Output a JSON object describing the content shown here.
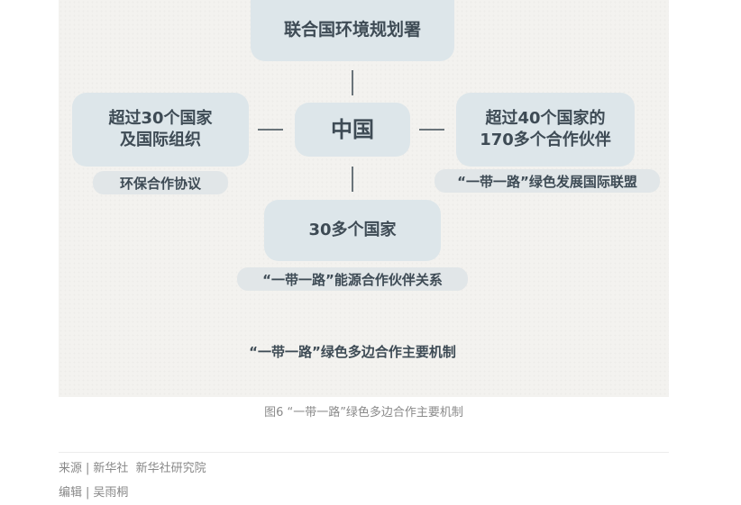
{
  "diagram": {
    "top_node": "联合国环境规划署",
    "center_node": "中国",
    "left_node": {
      "line1": "超过30个国家",
      "line2": "及国际组织",
      "tag": "环保合作协议"
    },
    "right_node": {
      "line1": "超过40个国家的",
      "line2": "170多个合作伙伴",
      "tag": "“一带一路”绿色发展国际联盟"
    },
    "bottom_node": {
      "text": "30多个国家",
      "tag": "“一带一路”能源合作伙伴关系"
    },
    "figure_title": "“一带一路”绿色多边合作主要机制"
  },
  "caption": "图6 “一带一路”绿色多边合作主要机制",
  "credits": {
    "source_label": "来源",
    "source_value": "新华社  新华社研究院",
    "editor_label": "编辑",
    "editor_value": "吴雨桐",
    "separator": "|"
  }
}
